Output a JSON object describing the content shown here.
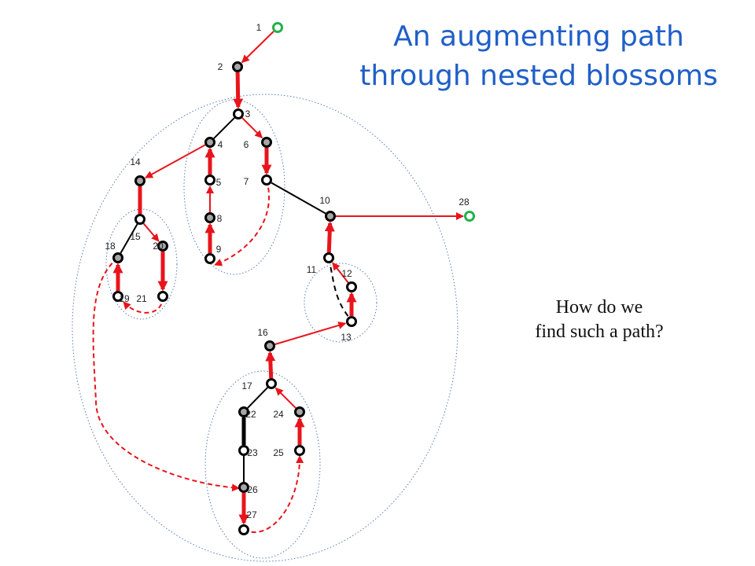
{
  "title": {
    "line1": "An augmenting path",
    "line2": "through nested blossoms"
  },
  "question": {
    "line1": "How do we",
    "line2": "find such a path?"
  },
  "colors": {
    "matched": "#e8141c",
    "unmatched": "#000000",
    "free_vertex": "#22b14c",
    "vertex_fill": "#a6a6a6",
    "blossom_outline": "#5a7bb8",
    "title": "#1f5fc8"
  },
  "vertices": [
    {
      "id": "1",
      "label": "1",
      "kind": "free"
    },
    {
      "id": "2",
      "label": "2",
      "kind": "gray"
    },
    {
      "id": "3",
      "label": "3",
      "kind": "white"
    },
    {
      "id": "4",
      "label": "4",
      "kind": "gray"
    },
    {
      "id": "5",
      "label": "5",
      "kind": "white"
    },
    {
      "id": "6",
      "label": "6",
      "kind": "gray"
    },
    {
      "id": "7",
      "label": "7",
      "kind": "white"
    },
    {
      "id": "8",
      "label": "8",
      "kind": "gray"
    },
    {
      "id": "9",
      "label": "9",
      "kind": "white"
    },
    {
      "id": "10",
      "label": "10",
      "kind": "gray"
    },
    {
      "id": "11",
      "label": "11",
      "kind": "white"
    },
    {
      "id": "12",
      "label": "12",
      "kind": "white"
    },
    {
      "id": "13",
      "label": "13",
      "kind": "white"
    },
    {
      "id": "14",
      "label": "14",
      "kind": "gray"
    },
    {
      "id": "15",
      "label": "15",
      "kind": "white"
    },
    {
      "id": "16",
      "label": "16",
      "kind": "gray"
    },
    {
      "id": "17",
      "label": "17",
      "kind": "white"
    },
    {
      "id": "18",
      "label": "18",
      "kind": "gray"
    },
    {
      "id": "19",
      "label": "19",
      "kind": "white"
    },
    {
      "id": "20",
      "label": "20",
      "kind": "gray"
    },
    {
      "id": "21",
      "label": "21",
      "kind": "white"
    },
    {
      "id": "22",
      "label": "22",
      "kind": "gray"
    },
    {
      "id": "23",
      "label": "23",
      "kind": "white"
    },
    {
      "id": "24",
      "label": "24",
      "kind": "gray"
    },
    {
      "id": "25",
      "label": "25",
      "kind": "white"
    },
    {
      "id": "26",
      "label": "26",
      "kind": "gray"
    },
    {
      "id": "27",
      "label": "27",
      "kind": "white"
    },
    {
      "id": "28",
      "label": "28",
      "kind": "free"
    }
  ],
  "edges": [
    {
      "from": "1",
      "to": "2",
      "style": "thin-arrow"
    },
    {
      "from": "2",
      "to": "3",
      "style": "thick-arrow"
    },
    {
      "from": "3",
      "to": "4",
      "style": "plain"
    },
    {
      "from": "3",
      "to": "6",
      "style": "thin-arrow"
    },
    {
      "from": "6",
      "to": "7",
      "style": "thick-arrow"
    },
    {
      "from": "7",
      "to": "10",
      "style": "plain"
    },
    {
      "from": "5",
      "to": "4",
      "style": "thick-arrow"
    },
    {
      "from": "8",
      "to": "5",
      "style": "thin-arrow"
    },
    {
      "from": "9",
      "to": "8",
      "style": "thick-arrow"
    },
    {
      "from": "7",
      "to": "9",
      "style": "dashed-arrow"
    },
    {
      "from": "14",
      "to": "15",
      "style": "thick"
    },
    {
      "from": "4",
      "to": "14",
      "style": "thin-arrow"
    },
    {
      "from": "15",
      "to": "18",
      "style": "plain"
    },
    {
      "from": "15",
      "to": "20",
      "style": "thin-arrow"
    },
    {
      "from": "20",
      "to": "21",
      "style": "thick-arrow"
    },
    {
      "from": "19",
      "to": "18",
      "style": "thick-arrow"
    },
    {
      "from": "21",
      "to": "19",
      "style": "dashed-arrow"
    },
    {
      "from": "10",
      "to": "28",
      "style": "thin-arrow"
    },
    {
      "from": "11",
      "to": "10",
      "style": "thick-arrow"
    },
    {
      "from": "11",
      "to": "13",
      "style": "dashed-black"
    },
    {
      "from": "13",
      "to": "12",
      "style": "thick-arrow"
    },
    {
      "from": "12",
      "to": "11",
      "style": "thin-arrow"
    },
    {
      "from": "13",
      "to": "16",
      "style": "thin-arrow-rev"
    },
    {
      "from": "17",
      "to": "16",
      "style": "thick-arrow"
    },
    {
      "from": "17",
      "to": "22",
      "style": "plain"
    },
    {
      "from": "22",
      "to": "23",
      "style": "thick-black"
    },
    {
      "from": "23",
      "to": "26",
      "style": "plain"
    },
    {
      "from": "26",
      "to": "27",
      "style": "thick-arrow"
    },
    {
      "from": "24",
      "to": "17",
      "style": "thin-arrow"
    },
    {
      "from": "25",
      "to": "24",
      "style": "thick-arrow"
    },
    {
      "from": "27",
      "to": "25",
      "style": "dashed-arrow"
    },
    {
      "from": "18",
      "to": "26",
      "style": "dashed-arrow"
    }
  ],
  "blossoms": [
    {
      "name": "outer"
    },
    {
      "name": "blossom-3-9"
    },
    {
      "name": "blossom-15-21"
    },
    {
      "name": "blossom-11-13"
    },
    {
      "name": "blossom-17-27"
    }
  ]
}
